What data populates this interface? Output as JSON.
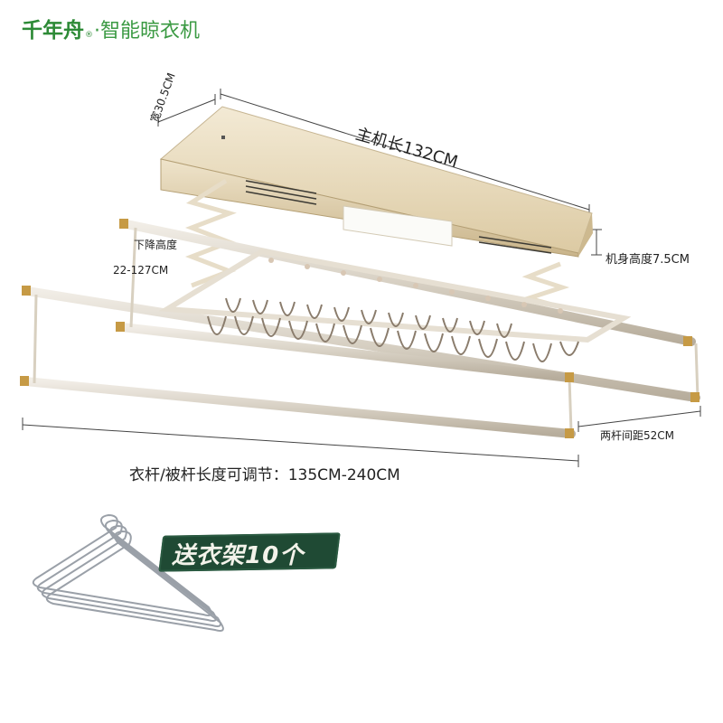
{
  "brand": {
    "name": "千年舟",
    "registered": "®",
    "separator": "·",
    "product": "智能晾衣机"
  },
  "dimensions": {
    "width": "宽30.5CM",
    "length": "主机长132CM",
    "body_height": "机身高度7.5CM",
    "drop_height_line1": "下降高度",
    "drop_height_line2": "22-127CM",
    "rod_spacing": "两杆间距52CM",
    "rod_length": "衣杆/被杆长度可调节：135CM-240CM"
  },
  "promo": {
    "badge": "送衣架10个"
  },
  "colors": {
    "brand_green": "#2d8a36",
    "badge_bg": "#1f4a34",
    "housing": "#e9dcc0",
    "rod": "#d8d2c6",
    "accent_gold": "#c69a45"
  }
}
